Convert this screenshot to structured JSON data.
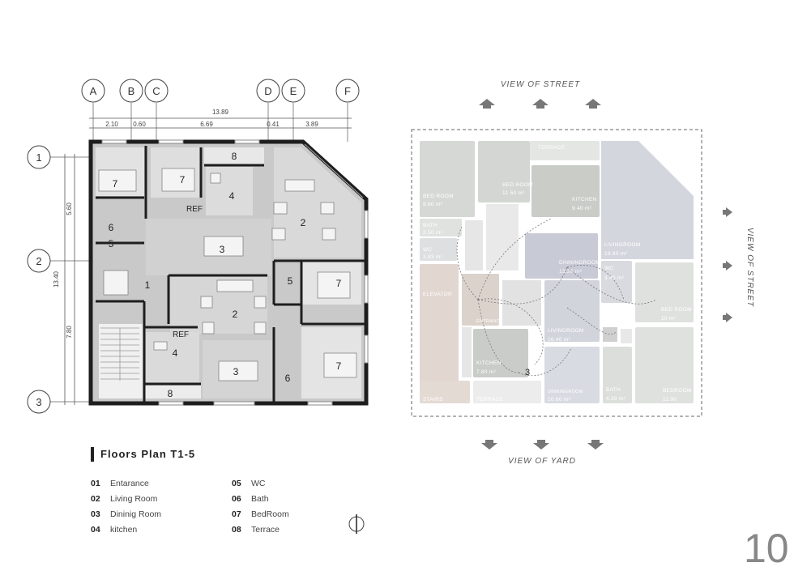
{
  "plan": {
    "grid_columns": [
      "A",
      "B",
      "C",
      "D",
      "E",
      "F"
    ],
    "grid_rows": [
      "1",
      "2",
      "3"
    ],
    "dim_total_width": "13.89",
    "dim_segments": [
      "2.10",
      "0.60",
      "6.69",
      "0.41",
      "3.89"
    ],
    "dim_total_height": "13.40",
    "dim_height_upper": "5.60",
    "dim_height_lower": "7.80",
    "room_numbers": [
      "7",
      "7",
      "8",
      "4",
      "2",
      "6",
      "5",
      "3",
      "1",
      "5",
      "7",
      "2",
      "4",
      "3",
      "6",
      "7",
      "8"
    ],
    "ref_labels": [
      "REF",
      "REF"
    ]
  },
  "diagram": {
    "view_top": "VIEW OF STREET",
    "view_bottom": "VIEW OF YARD",
    "view_right": "VIEW OF STREET",
    "rooms": [
      {
        "name": "BED ROOM",
        "area": "9.60 m²"
      },
      {
        "name": "BED ROOM",
        "area": "11.50 m²"
      },
      {
        "name": "TERRACE",
        "area": ""
      },
      {
        "name": "KITCHEN",
        "area": "9.40 m²"
      },
      {
        "name": "BATH",
        "area": "2.50 m²"
      },
      {
        "name": "WC",
        "area": "1.83 m²"
      },
      {
        "name": "DINNINGROOM",
        "area": "13.20 m²"
      },
      {
        "name": "LIVINGROOM",
        "area": "19.80 m²"
      },
      {
        "name": "WC",
        "area": "3.40 m²"
      },
      {
        "name": "ELEVATOR",
        "area": ""
      },
      {
        "name": "ENTRANCE",
        "area": ""
      },
      {
        "name": "LIVINGROOM",
        "area": "16.40 m²"
      },
      {
        "name": "BED ROOM",
        "area": "10 m²"
      },
      {
        "name": "KITCHEN",
        "area": "7.80 m²"
      },
      {
        "name": "STAIRS",
        "area": ""
      },
      {
        "name": "TERRACE",
        "area": ""
      },
      {
        "name": "DINNINGROOM",
        "area": "10.60 m²"
      },
      {
        "name": "BATH",
        "area": "4.20 m²"
      },
      {
        "name": "BEDROOM",
        "area": "11.90"
      }
    ],
    "marker": "3"
  },
  "legend": {
    "title": "Floors  Plan  T1-5",
    "items": [
      {
        "num": "01",
        "label": "Entarance"
      },
      {
        "num": "02",
        "label": "Living Room"
      },
      {
        "num": "03",
        "label": "Dininig Room"
      },
      {
        "num": "04",
        "label": "kitchen"
      },
      {
        "num": "05",
        "label": "WC"
      },
      {
        "num": "06",
        "label": "Bath"
      },
      {
        "num": "07",
        "label": "BedRoom"
      },
      {
        "num": "08",
        "label": "Terrace"
      }
    ]
  },
  "page_number": "10"
}
